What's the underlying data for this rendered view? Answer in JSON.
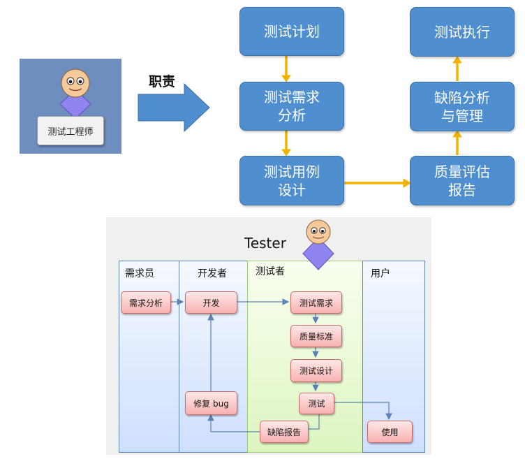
{
  "engineer": {
    "badge_label": "测试工程师"
  },
  "duty_label": "职责",
  "process": {
    "plan": "测试计划",
    "requirements": "测试需求\n分析",
    "case_design": "测试用例\n设计",
    "quality_report": "质量评估\n报告",
    "defect_mgmt": "缺陷分析\n与管理",
    "execution": "测试执行"
  },
  "tester_diagram": {
    "title": "Tester",
    "lanes": [
      "需求员",
      "开发者",
      "测试者",
      "用户"
    ],
    "nodes": {
      "req_analysis": "需求分析",
      "dev": "开发",
      "test_req": "测试需求",
      "quality_std": "质量标准",
      "test_design": "测试设计",
      "test": "测试",
      "fix_bug": "修复 bug",
      "defect_report": "缺陷报告",
      "use": "使用"
    }
  },
  "colors": {
    "process_box": "#4f8fd0",
    "process_arrow": "#f0b400",
    "engineer_bg": "#6f8ec0",
    "duty_arrow": "#4f8fd0",
    "node_fill": "#f8b2b2",
    "lane_blue": "#cfdfff",
    "lane_green": "#ddf5c0",
    "connector": "#5b82b5"
  }
}
